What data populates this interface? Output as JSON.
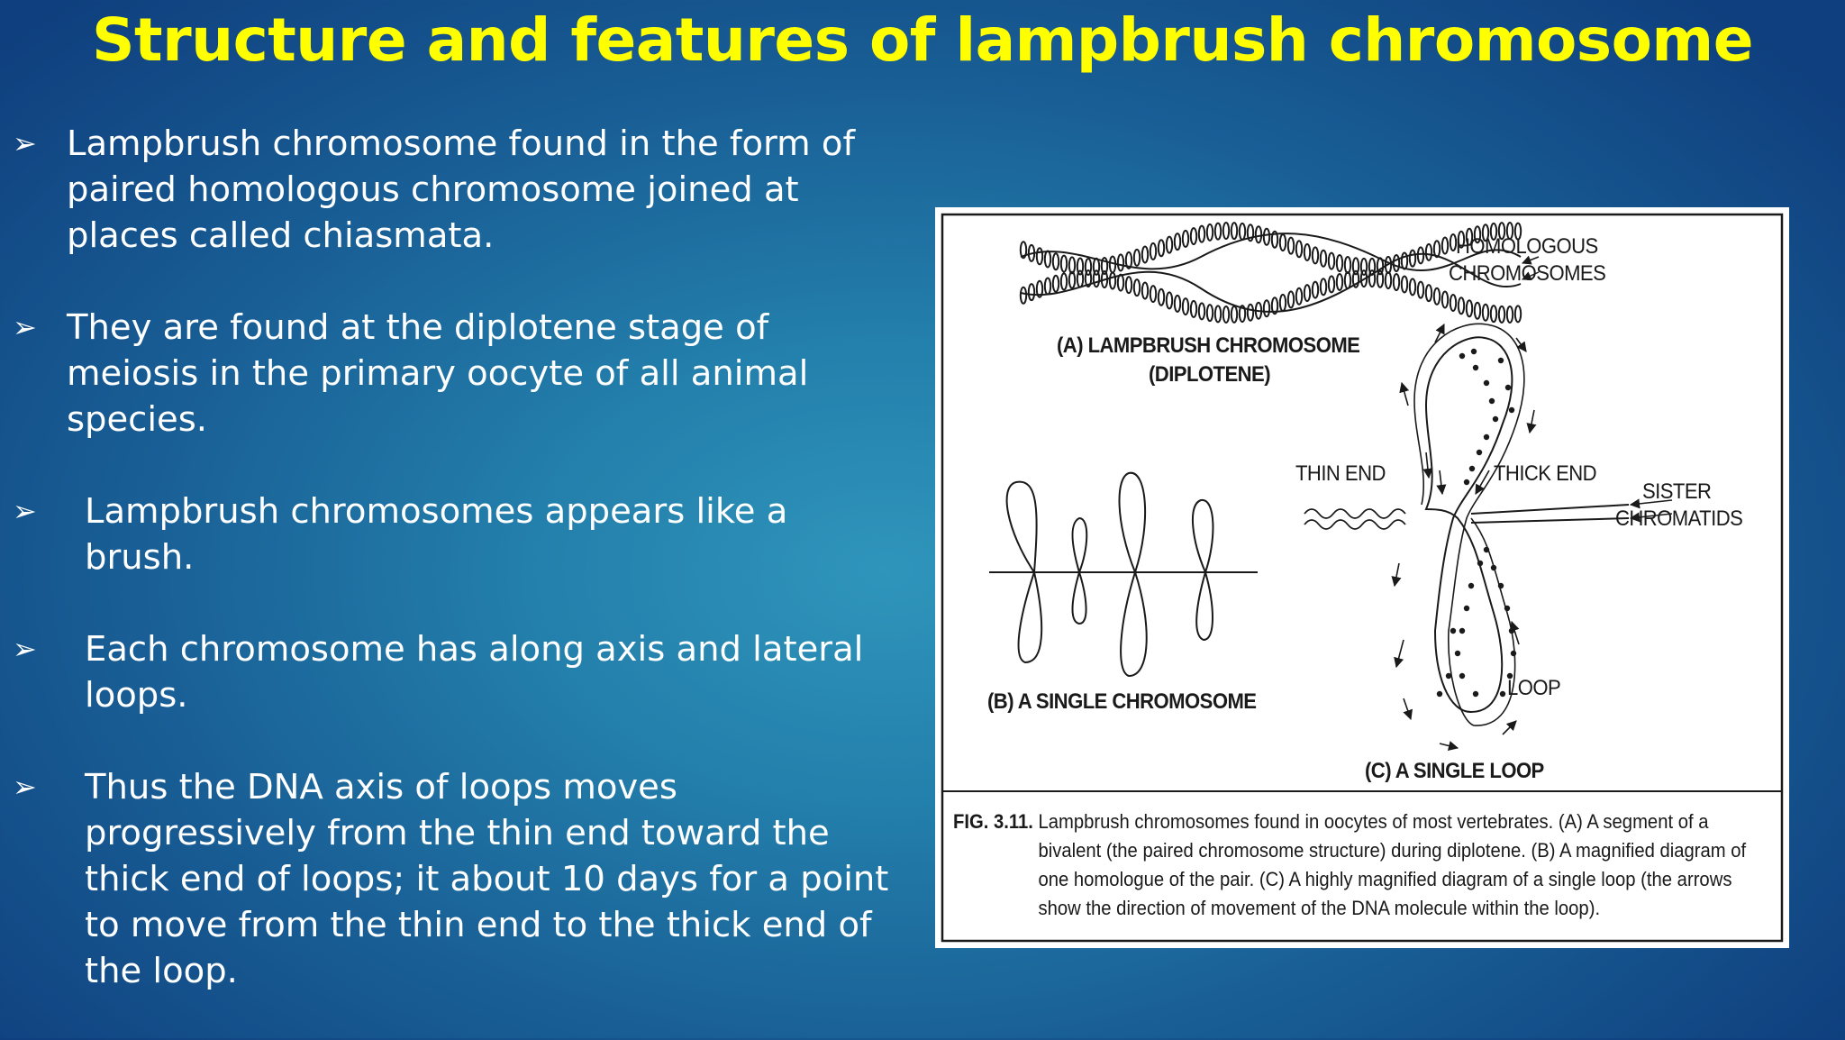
{
  "title": "Structure and features of lampbrush chromosome",
  "bullets": [
    {
      "marker": "➢",
      "text": "Lampbrush chromosome found in the form of paired homologous chromosome joined at places called chiasmata."
    },
    {
      "marker": "➢",
      "text": " They are found at the diplotene stage of meiosis in the primary oocyte of all animal species."
    },
    {
      "marker": "➢",
      "text": "Lampbrush chromosomes appears like a brush."
    },
    {
      "marker": "➢",
      "text": "Each chromosome has along axis and lateral loops."
    },
    {
      "marker": "➢",
      "text": "Thus the DNA axis of loops moves progressively from the thin end toward the thick end of loops; it about 10 days for a point to move from the thin end to the thick end of the loop."
    }
  ],
  "figure": {
    "labels": {
      "homologous": "HOMOLOGOUS",
      "chromosomes": "CHROMOSOMES",
      "panel_a_line1": "(A) LAMPBRUSH CHROMOSOME",
      "panel_a_line2": "(DIPLOTENE)",
      "panel_b": "(B) A SINGLE CHROMOSOME",
      "panel_c": "(C) A SINGLE LOOP",
      "thin_end": "THIN END",
      "thick_end": "THICK END",
      "sister": "SISTER",
      "chromatids": "CHROMATIDS",
      "loop": "LOOP"
    },
    "caption": {
      "fig_no": "FIG. 3.11.",
      "text": "Lampbrush chromosomes found in oocytes of most vertebrates. (A) A segment of a bivalent (the paired chromosome structure) during diplotene. (B) A magnified diagram of one homologue of the pair. (C) A highly magnified diagram of a single loop (the arrows show the direction of movement of the DNA molecule within the loop)."
    }
  }
}
